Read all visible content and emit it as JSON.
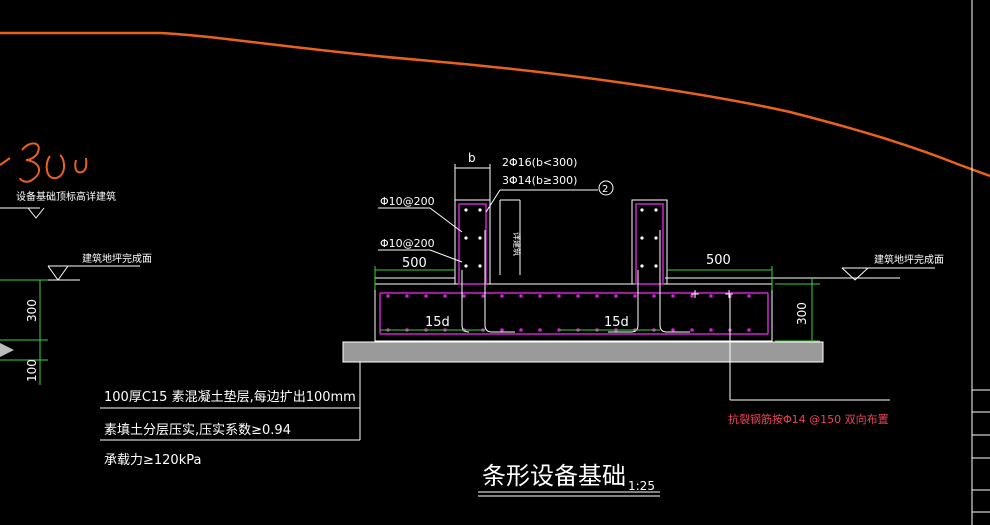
{
  "colors": {
    "background": "#000000",
    "terrain": "#e8621c",
    "rebar": "#d020d0",
    "dimension": "#3cd23c",
    "note_red": "#e8435a",
    "sketch": "#e8621c"
  },
  "handwriting": "300",
  "labels": {
    "left_top_note": "设备基础顶标高详建筑",
    "left_floor": "建筑地坪完成面",
    "right_floor": "建筑地坪完成面",
    "dim_b": "b",
    "rebar_top_1": "2Φ16(b<300)",
    "rebar_top_2": "3Φ14(b≥300)",
    "callout_num": "2",
    "stirrup_1": "Φ10@200",
    "stirrup_2": "Φ10@200",
    "pedestal_vert_note": "详建筑",
    "dim_left_500": "500",
    "dim_right_500": "500",
    "dim_right_300": "300",
    "dim_left_300": "300",
    "dim_left_100": "100",
    "anchor_left": "15d",
    "anchor_right": "15d",
    "note_crack": "抗裂钢筋按Φ14 @150 双向布置",
    "spec_1": "100厚C15 素混凝土垫层,每边扩出100mm",
    "spec_2": "素填土分层压实,压实系数≥0.94",
    "spec_3": "承载力≥120kPa",
    "title": "条形设备基础",
    "scale": "1:25"
  }
}
